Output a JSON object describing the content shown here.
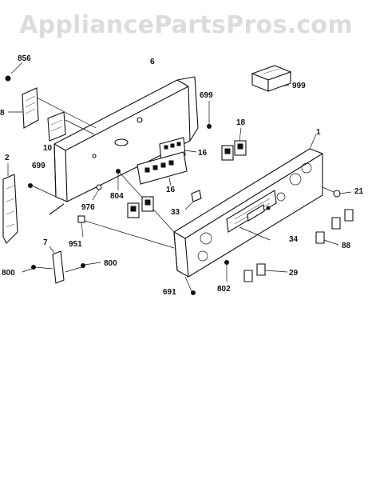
{
  "watermark": "AppliancePartsPros.com",
  "callouts": {
    "c856": "856",
    "c6": "6",
    "c699a": "699",
    "c999": "999",
    "c8": "8",
    "c10": "10",
    "c18": "18",
    "c1": "1",
    "c16a": "16",
    "c2": "2",
    "c699b": "699",
    "c16b": "16",
    "c804": "804",
    "c976": "976",
    "c33": "33",
    "c21": "21",
    "c951": "951",
    "c34": "34",
    "c88": "88",
    "c7": "7",
    "c800a": "800",
    "c800b": "800",
    "c29": "29",
    "c691": "691",
    "c802": "802"
  }
}
